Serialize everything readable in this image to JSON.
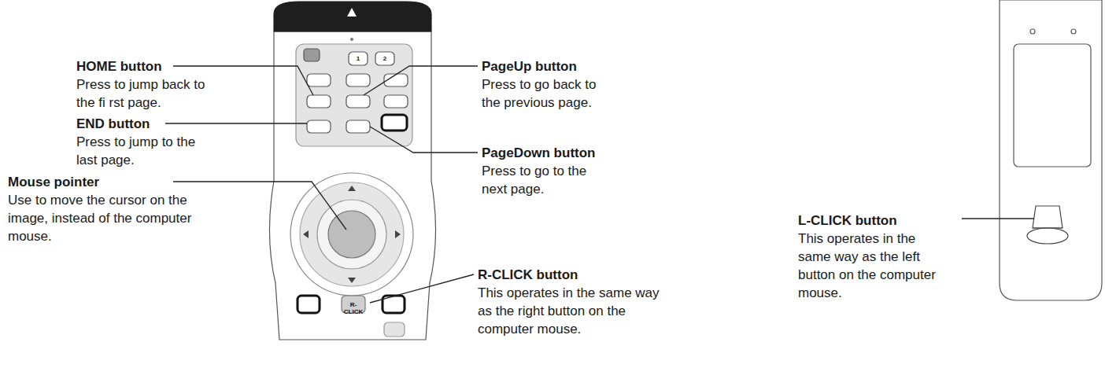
{
  "diagram": {
    "labels": [
      "HOME button",
      "Press to jump back to the fi rst page.",
      "END button",
      "Press to jump to the last page.",
      "Mouse pointer",
      "Use to move the cursor on the image, instead of the computer mouse.",
      "PageUp button",
      "Press to go back to the previous page.",
      "PageDown button",
      "Press to go to the next page.",
      "R-CLICK button",
      "This operates in the same way as the right button on the computer mouse.",
      "L-CLICK button",
      "This operates in the same way as the left button on the computer mouse.",
      "1",
      "2",
      "R-CLICK"
    ]
  }
}
